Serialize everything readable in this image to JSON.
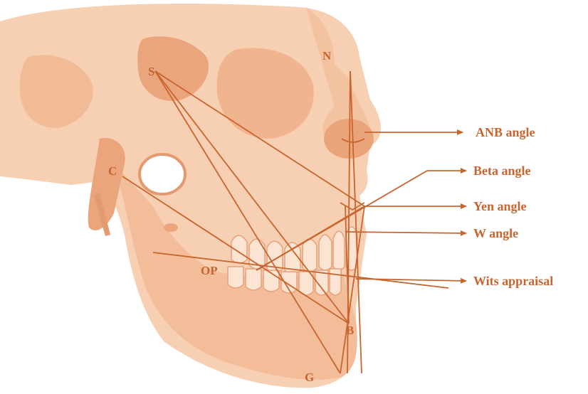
{
  "diagram": {
    "landmarks": {
      "s": "S",
      "n": "N",
      "c": "C",
      "op": "OP",
      "b": "B",
      "g": "G"
    },
    "labels": {
      "anb": "ANB angle",
      "beta": "Beta angle",
      "yen": "Yen angle",
      "w": "W angle",
      "wits": "Wits appraisal"
    },
    "colors": {
      "line": "#c8652e",
      "bone": "#f6c5a4",
      "bone_shadow": "#e9a47a",
      "label": "#c8652e"
    }
  }
}
